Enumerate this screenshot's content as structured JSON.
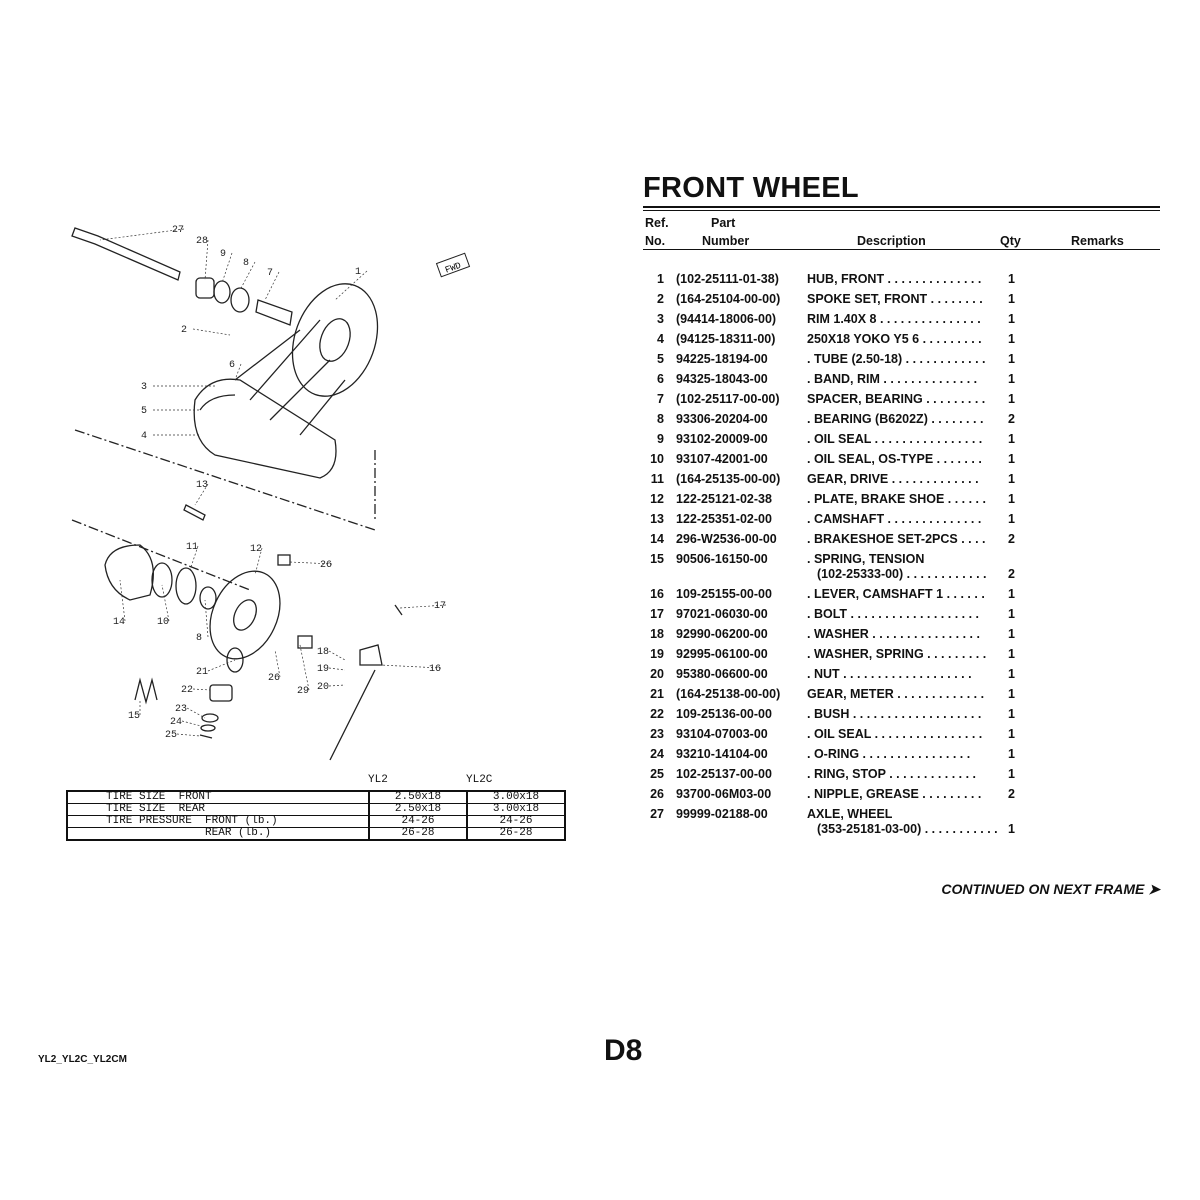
{
  "title": "FRONT WHEEL",
  "header": {
    "ref_line1": "Ref.",
    "ref_line2": "No.",
    "part_line1": "Part",
    "part_line2": "Number",
    "description": "Description",
    "qty": "Qty",
    "remarks": "Remarks"
  },
  "parts": [
    {
      "ref": "1",
      "part": "(102-25111-01-38)",
      "desc": "HUB, FRONT . . . . . . . . . . . . . .",
      "qty": "1"
    },
    {
      "ref": "2",
      "part": "(164-25104-00-00)",
      "desc": "SPOKE SET, FRONT  . . . . . . . .",
      "qty": "1"
    },
    {
      "ref": "3",
      "part": "(94414-18006-00)",
      "desc": "RIM 1.40X 8  . . . . . . . . . . . . . . .",
      "qty": "1"
    },
    {
      "ref": "4",
      "part": "(94125-18311-00)",
      "desc": "250X18 YOKO Y5 6  . . . . . . . . .",
      "qty": "1"
    },
    {
      "ref": "5",
      "part": "94225-18194-00",
      "desc": ". TUBE (2.50-18)  . . . . . . . . . . . .",
      "qty": "1"
    },
    {
      "ref": "6",
      "part": "94325-18043-00",
      "desc": ". BAND, RIM   . . . . . . . . . . . . . .",
      "qty": "1"
    },
    {
      "ref": "7",
      "part": "(102-25117-00-00)",
      "desc": "SPACER, BEARING  . . . . . . . . .",
      "qty": "1"
    },
    {
      "ref": "8",
      "part": "93306-20204-00",
      "desc": ". BEARING (B6202Z)  . . . . . . . .",
      "qty": "2"
    },
    {
      "ref": "9",
      "part": "93102-20009-00",
      "desc": ". OIL SEAL  . . . . . . . . . . . . . . . .",
      "qty": "1"
    },
    {
      "ref": "10",
      "part": "93107-42001-00",
      "desc": ". OIL SEAL, OS-TYPE   . . . . . . .",
      "qty": "1"
    },
    {
      "ref": "11",
      "part": "(164-25135-00-00)",
      "desc": "GEAR, DRIVE   . . . . . . . . . . . . .",
      "qty": "1"
    },
    {
      "ref": "12",
      "part": "122-25121-02-38",
      "desc": ". PLATE, BRAKE SHOE  . . . . . .",
      "qty": "1"
    },
    {
      "ref": "13",
      "part": "122-25351-02-00",
      "desc": ". CAMSHAFT   . . . . . . . . . . . . . .",
      "qty": "1"
    },
    {
      "ref": "14",
      "part": "296-W2536-00-00",
      "desc": ". BRAKESHOE SET-2PCS   . . . .",
      "qty": "2"
    },
    {
      "ref": "15",
      "part": "90506-16150-00",
      "desc": ". SPRING, TENSION",
      "desc2": "(102-25333-00)  . . . . . . . . . . . .",
      "qty": "2"
    },
    {
      "ref": "16",
      "part": "109-25155-00-00",
      "desc": ". LEVER, CAMSHAFT 1   . . . . . .",
      "qty": "1"
    },
    {
      "ref": "17",
      "part": "97021-06030-00",
      "desc": ". BOLT  . . . . . . . . . . . . . . . . . . .",
      "qty": "1"
    },
    {
      "ref": "18",
      "part": "92990-06200-00",
      "desc": ". WASHER   . . . . . . . . . . . . . . . .",
      "qty": "1"
    },
    {
      "ref": "19",
      "part": "92995-06100-00",
      "desc": ". WASHER, SPRING  . . . . . . . . .",
      "qty": "1"
    },
    {
      "ref": "20",
      "part": "95380-06600-00",
      "desc": ". NUT   . . . . . . . . . . . . . . . . . . .",
      "qty": "1"
    },
    {
      "ref": "21",
      "part": "(164-25138-00-00)",
      "desc": "GEAR, METER  . . . . . . . . . . . . .",
      "qty": "1"
    },
    {
      "ref": "22",
      "part": "109-25136-00-00",
      "desc": ". BUSH  . . . . . . . . . . . . . . . . . . .",
      "qty": "1"
    },
    {
      "ref": "23",
      "part": "93104-07003-00",
      "desc": ". OIL SEAL  . . . . . . . . . . . . . . . .",
      "qty": "1"
    },
    {
      "ref": "24",
      "part": "93210-14104-00",
      "desc": ". O-RING   . . . . . . . . . . . . . . . .",
      "qty": "1"
    },
    {
      "ref": "25",
      "part": "102-25137-00-00",
      "desc": ". RING, STOP  . . . . . . . . . . . . .",
      "qty": "1"
    },
    {
      "ref": "26",
      "part": "93700-06M03-00",
      "desc": ". NIPPLE, GREASE   . . . . . . . . .",
      "qty": "2"
    },
    {
      "ref": "27",
      "part": "99999-02188-00",
      "desc": "AXLE, WHEEL",
      "desc2": "(353-25181-03-00)  . . . . . . . . . . .",
      "qty": "1"
    }
  ],
  "continued": "CONTINUED ON NEXT FRAME ➤",
  "page_number": "D8",
  "model_code": "YL2_YL2C_YL2CM",
  "diagram": {
    "fwd_label": "FWD",
    "callouts": [
      "27",
      "28",
      "9",
      "8",
      "7",
      "1",
      "2",
      "6",
      "3",
      "5",
      "4",
      "13",
      "11",
      "12",
      "26",
      "17",
      "14",
      "10",
      "8",
      "18",
      "16",
      "19",
      "21",
      "26",
      "20",
      "29",
      "22",
      "15",
      "23",
      "24",
      "25"
    ]
  },
  "tire_table": {
    "columns": [
      "YL2",
      "YL2C"
    ],
    "rows": [
      {
        "label": "TIRE SIZE  FRONT",
        "yl2": "2.50x18",
        "yl2c": "3.00x18"
      },
      {
        "label": "TIRE SIZE  REAR",
        "yl2": "2.50x18",
        "yl2c": "3.00x18"
      },
      {
        "label": "TIRE PRESSURE  FRONT (lb.)",
        "yl2": "24-26",
        "yl2c": "24-26"
      },
      {
        "label": "               REAR (lb.)",
        "yl2": "26-28",
        "yl2c": "26-28"
      }
    ]
  }
}
